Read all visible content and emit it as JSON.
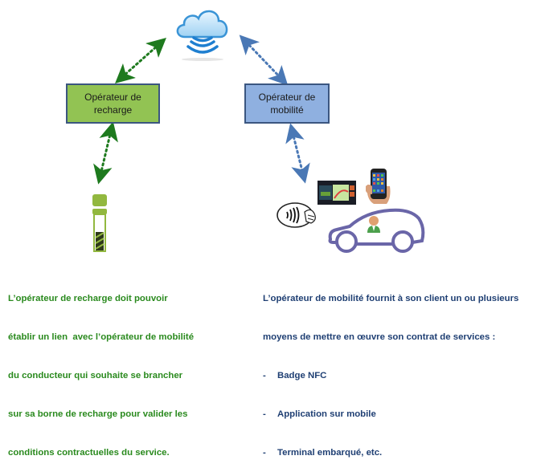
{
  "nodes": {
    "cloud": {
      "icon": "cloud-wireless-icon"
    },
    "charging_operator": {
      "label_line1": "Opérateur de",
      "label_line2": "recharge",
      "color": "#92c353"
    },
    "mobility_operator": {
      "label_line1": "Opérateur de",
      "label_line2": "mobilité",
      "color": "#8fb0e0"
    }
  },
  "links": [
    {
      "from": "cloud",
      "to": "charging_operator",
      "style": "dotted-double-arrow",
      "color": "#1e7a1e"
    },
    {
      "from": "cloud",
      "to": "mobility_operator",
      "style": "dotted-double-arrow",
      "color": "#4a78b5"
    },
    {
      "from": "charging_operator",
      "to": "charging_station",
      "style": "dotted-double-arrow",
      "color": "#1e7a1e"
    },
    {
      "from": "mobility_operator",
      "to": "car",
      "style": "dotted-double-arrow",
      "color": "#4a78b5"
    }
  ],
  "illustrations": {
    "charging_station": "charging-station-icon",
    "nfc_badge": "nfc-badge-icon",
    "onboard_terminal": "onboard-terminal-icon",
    "smartphone": "smartphone-icon",
    "car": "car-with-driver-icon"
  },
  "left_text": {
    "lines": [
      "L’opérateur de recharge doit pouvoir",
      "établir un lien  avec l’opérateur de mobilité",
      "du conducteur qui souhaite se brancher",
      "sur sa borne de recharge pour valider les",
      "conditions contractuelles du service."
    ]
  },
  "right_text": {
    "lines": [
      "L’opérateur de mobilité fournit à son client un ou plusieurs",
      "moyens de mettre en œuvre son contrat de services :"
    ],
    "bullet": "-",
    "bullets": [
      "Badge NFC",
      "Application sur mobile",
      "Terminal embarqué, etc."
    ]
  }
}
